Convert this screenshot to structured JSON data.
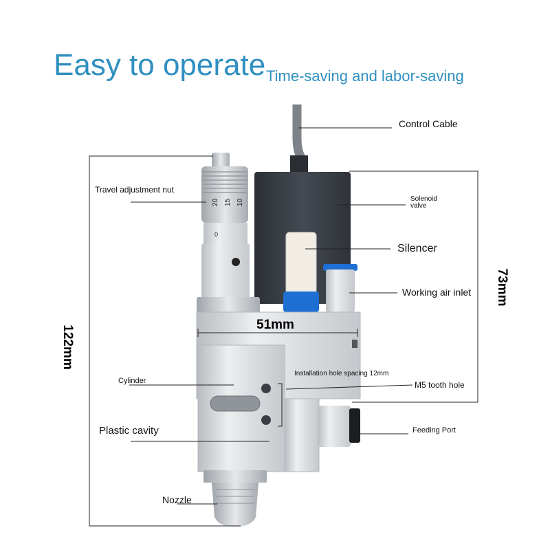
{
  "header": {
    "headline": "Easy to operate",
    "subline": "Time-saving and labor-saving"
  },
  "callouts": {
    "control_cable": "Control Cable",
    "travel_nut": "Travel adjustment nut",
    "solenoid_valve_line1": "Solenoid",
    "solenoid_valve_line2": "valve",
    "silencer": "Silencer",
    "working_air_inlet": "Working air inlet",
    "installation_spacing": "Installation hole spacing 12mm",
    "cylinder": "Cylinder",
    "m5_hole": "M5 tooth hole",
    "plastic_cavity": "Plastic cavity",
    "feeding_port": "Feeding Port",
    "nozzle": "Nozzle"
  },
  "dimensions": {
    "total_height": "122mm",
    "valve_height": "73mm",
    "body_width": "51mm"
  },
  "micrometer": {
    "scale_numbers": [
      "20",
      "15",
      "10"
    ],
    "zero_mark": "0"
  },
  "colors": {
    "headline": "#2f8fc0",
    "body_aluminum": "#d9dcdf",
    "solenoid": "#3b3f46",
    "silencer": "#f1ece4",
    "fitting_blue": "#1e6fd1"
  }
}
